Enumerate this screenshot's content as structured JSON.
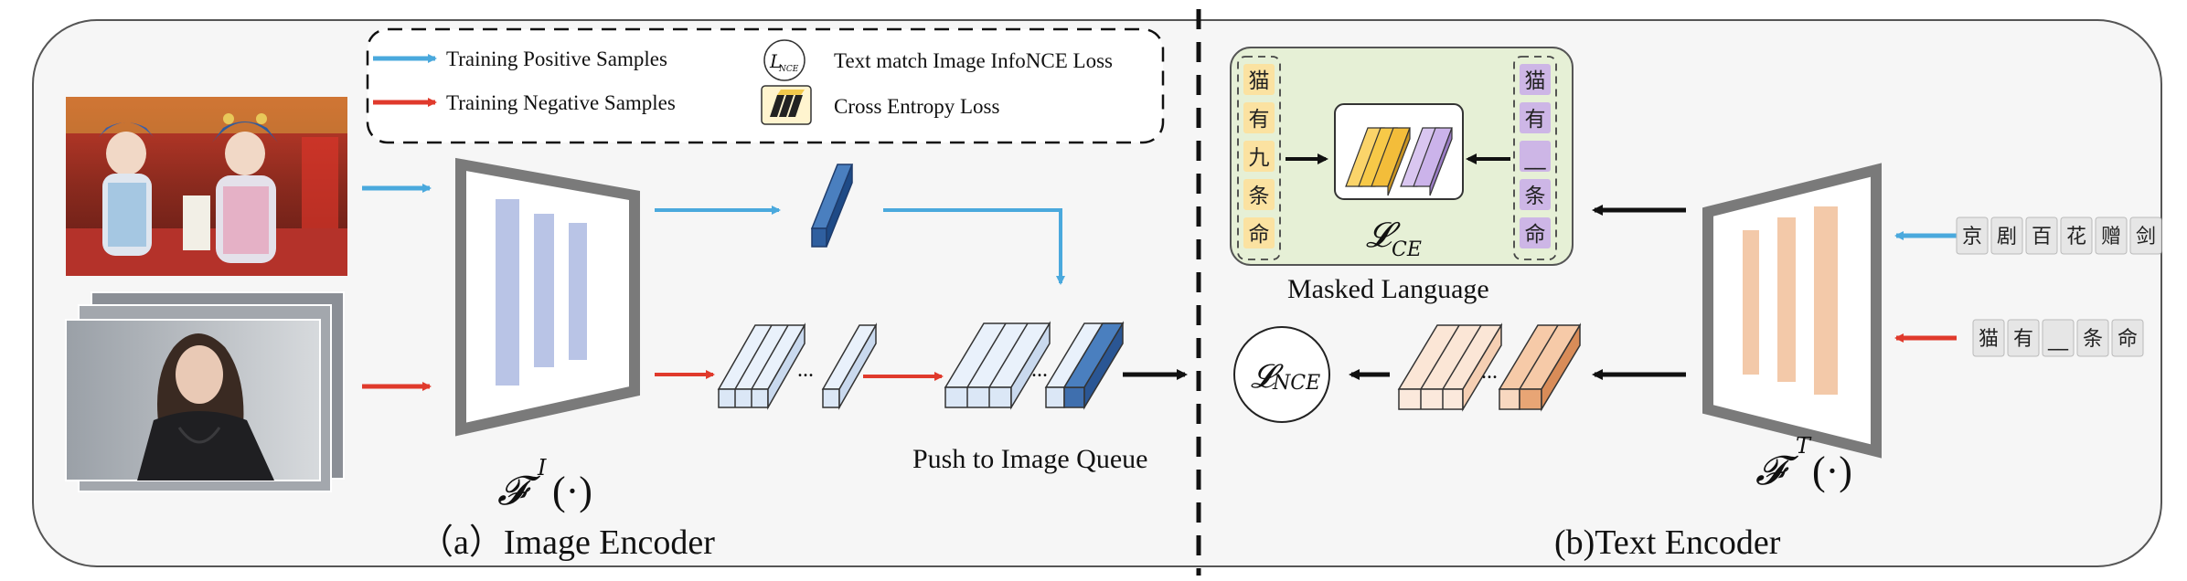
{
  "legend": {
    "positive": "Training Positive Samples",
    "negative": "Training Negative Samples",
    "infonce": "Text match Image InfoNCE Loss",
    "ce": "Cross Entropy Loss",
    "nce_icon_label": "L",
    "nce_icon_sub": "NCE"
  },
  "image_encoder": {
    "func_symbol": "𝓕",
    "func_sup": "I",
    "func_args": "(·)",
    "push_label": "Push to Image Queue",
    "caption": "（a）Image Encoder"
  },
  "text_encoder": {
    "func_symbol": "𝓕",
    "func_sup": "T",
    "func_args": "(·)",
    "caption": "(b)Text Encoder",
    "masked_label": "Masked Language",
    "ce_symbol": "𝓛",
    "ce_sub": "CE",
    "nce_symbol": "𝓛",
    "nce_sub": "NCE",
    "left_tokens": [
      "猫",
      "有",
      "九",
      "条",
      "命"
    ],
    "right_tokens": [
      "猫",
      "有",
      "__",
      "条",
      "命"
    ],
    "positive_input_tokens": [
      "京",
      "剧",
      "百",
      "花",
      "赠",
      "剑"
    ],
    "negative_input_tokens": [
      "猫",
      "有",
      "__",
      "条",
      "命"
    ]
  },
  "ellipsis": "...",
  "colors": {
    "blue_arrow": "#4aa9dd",
    "red_arrow": "#e03a2c",
    "encoder_bar_image": "#b9c4e6",
    "encoder_bar_text": "#f3c9a9",
    "green_panel": "#e6f0d6",
    "yellow_token": "#fbe2a1",
    "purple_token": "#cdb6e6"
  }
}
